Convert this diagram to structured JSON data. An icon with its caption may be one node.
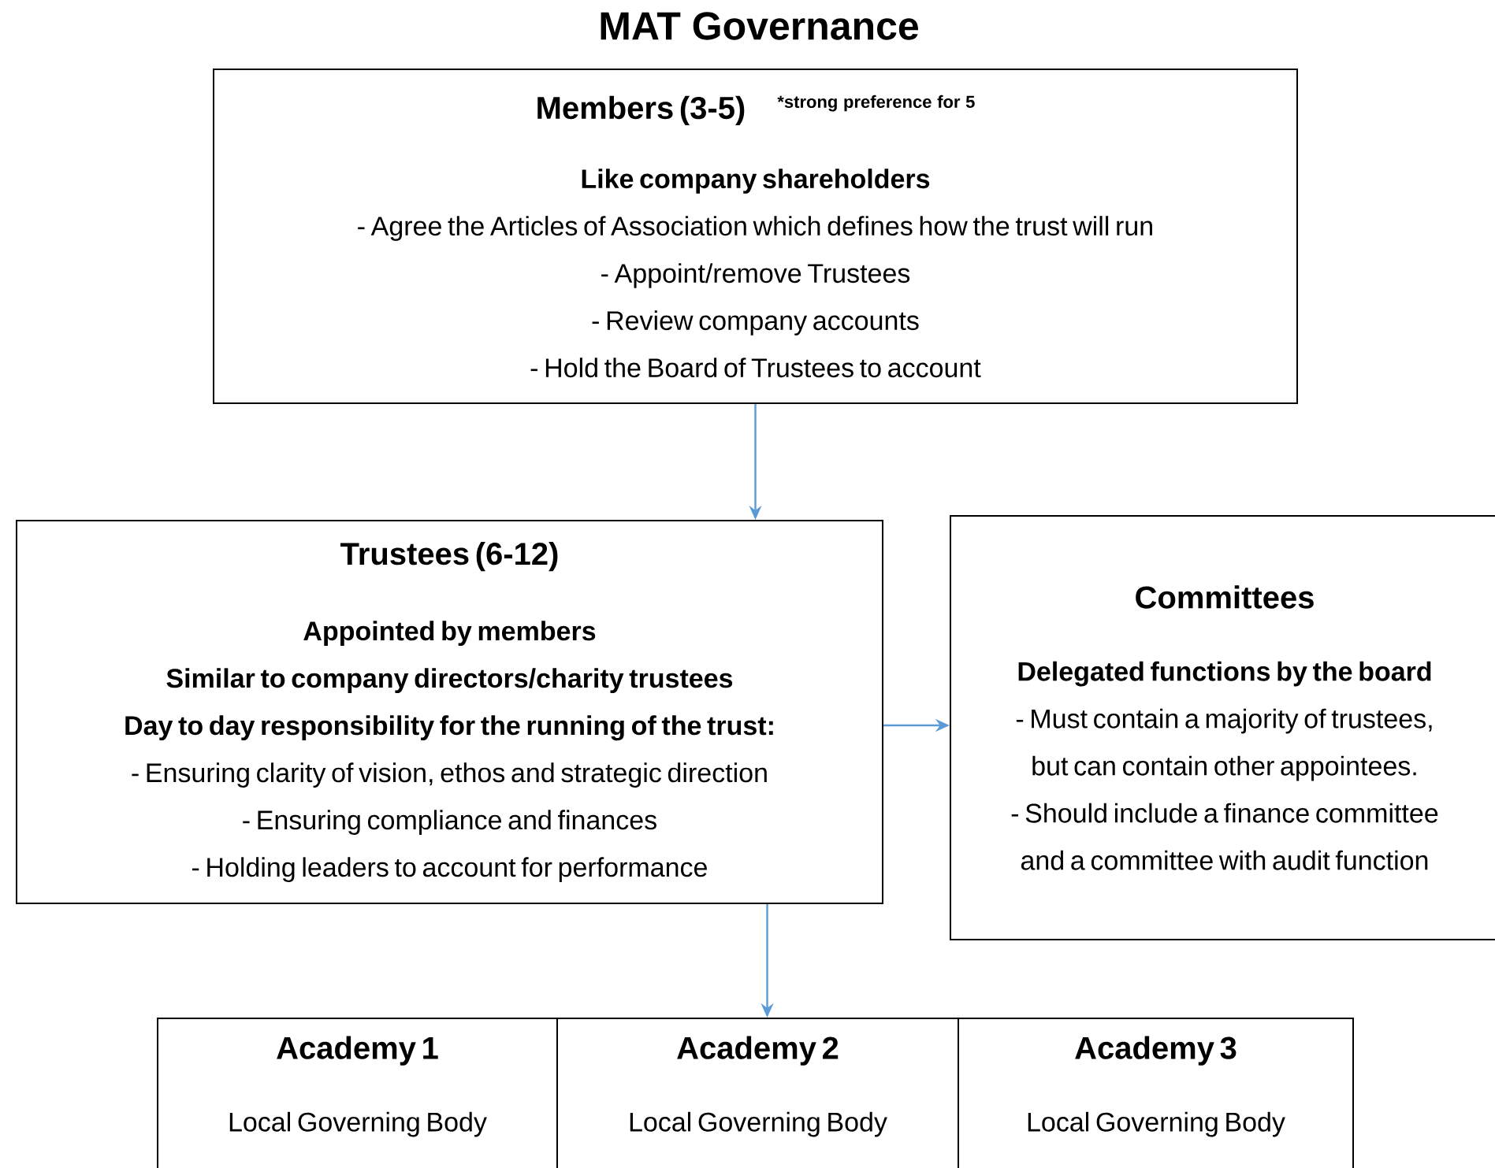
{
  "diagram": {
    "title": "MAT Governance",
    "nodes": [
      {
        "text": [
          "Members (3-5)",
          "*strong preference for 5",
          "Like company shareholders",
          "- Agree the Articles of Association which defines how the trust will run",
          "- Appoint/remove Trustees",
          "- Review company accounts",
          "- Hold the Board of Trustees to account"
        ]
      },
      {
        "text": [
          "Trustees (6-12)",
          "Appointed by members",
          "Similar to company directors/charity trustees",
          "Day to day responsibility for the running of the trust:",
          "- Ensuring clarity of vision, ethos and strategic direction",
          "- Ensuring compliance and finances",
          "- Holding leaders to account for performance"
        ]
      },
      {
        "text": [
          "Committees",
          "Delegated functions by the board",
          "- Must contain a majority of trustees, but can contain other appointees.",
          "- Should include a finance committee and a committee with audit function"
        ]
      },
      {
        "text": [
          "Academy 1",
          "Local Governing Body"
        ]
      },
      {
        "text": [
          "Academy 2",
          "Local Governing Body"
        ]
      },
      {
        "text": [
          "Academy 3",
          "Local Governing Body"
        ]
      }
    ],
    "edges": [
      {
        "from": 0,
        "to": 1,
        "arrow": "to"
      },
      {
        "from": 1,
        "to": 2,
        "arrow": "to"
      },
      {
        "from": 1,
        "to": 4,
        "arrow": "to"
      }
    ]
  }
}
